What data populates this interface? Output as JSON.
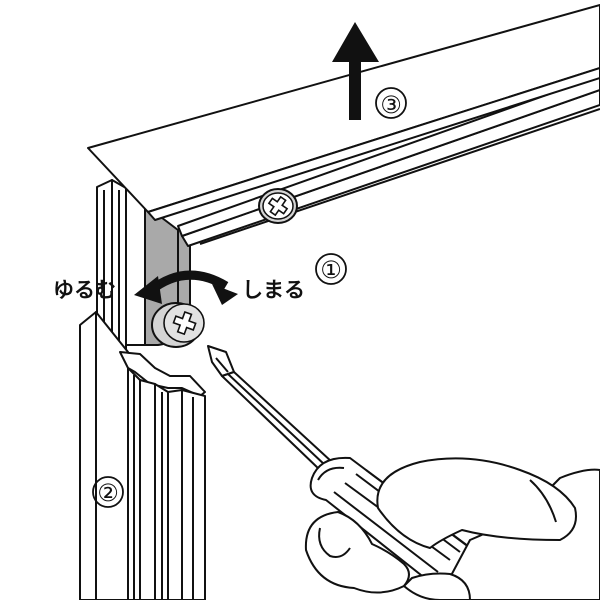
{
  "labels": {
    "loosen": "ゆるむ",
    "tighten": "しまる",
    "step1": "①",
    "step2": "②",
    "step3": "③"
  },
  "colors": {
    "stroke": "#111111",
    "bracket_gray": "#a9a9a9",
    "screw_gray": "#d4d4d4",
    "background": "#ffffff"
  },
  "icons": {
    "screw": "phillips-screw-icon",
    "screwdriver": "screwdriver-icon",
    "up_arrow": "arrow-up-icon",
    "rotation_arrow": "curved-double-arrow-icon"
  }
}
